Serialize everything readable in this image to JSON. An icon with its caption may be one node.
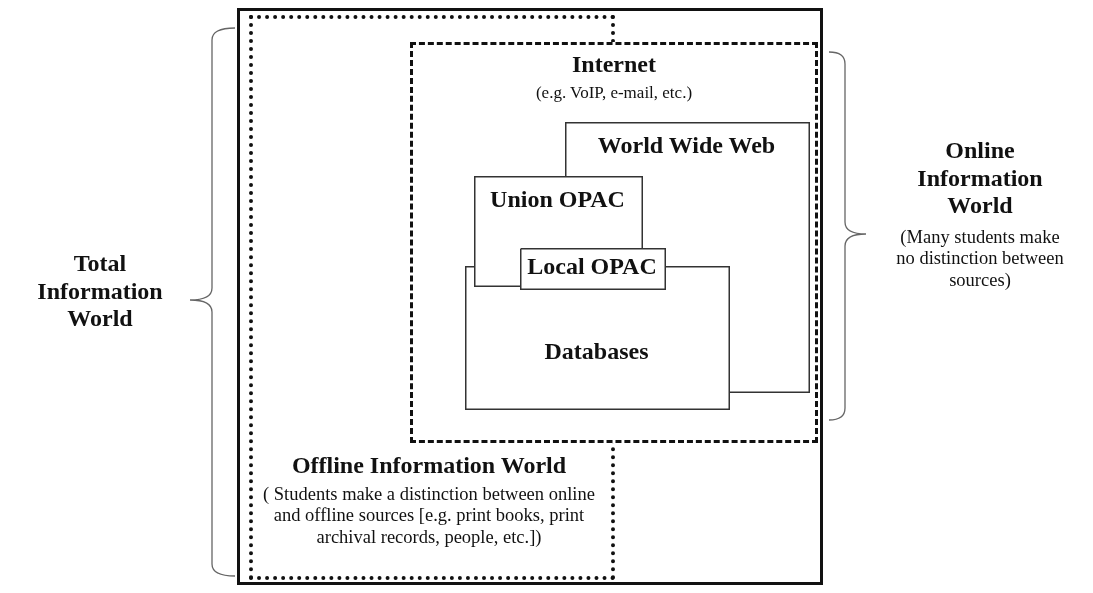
{
  "diagram": {
    "nodes": [
      {
        "text": [
          "Total Information World"
        ]
      },
      {
        "text": [
          "Offline Information World",
          "( Students make a distinction between online and offline sources [e.g. print books, print archival records, people, etc.])"
        ],
        "in": 0
      },
      {
        "text": [
          "Internet",
          "(e.g. VoIP, e-mail, etc.)"
        ],
        "in": 0,
        "beside": [
          "Online Information World",
          "(Many students make no distinction between sources)"
        ]
      },
      {
        "text": [
          "World Wide Web"
        ],
        "in": 2
      },
      {
        "text": [
          "Union OPAC"
        ],
        "in": 2
      },
      {
        "text": [
          "Local OPAC"
        ],
        "in": 2
      },
      {
        "text": [
          "Databases"
        ],
        "in": 2
      }
    ]
  }
}
